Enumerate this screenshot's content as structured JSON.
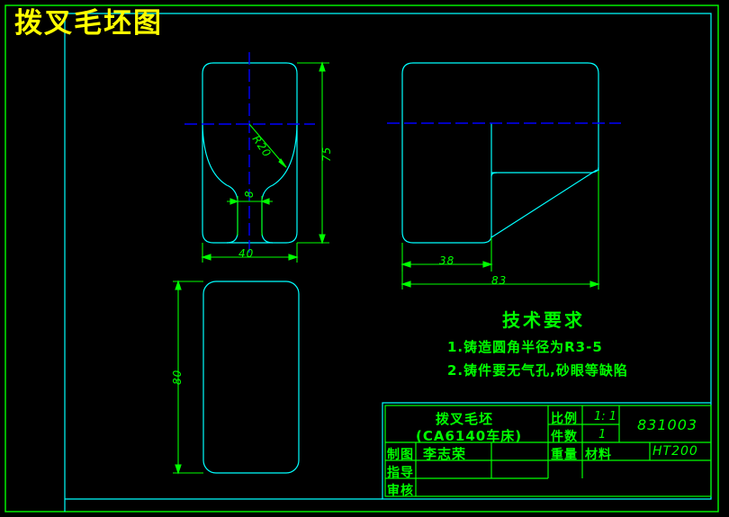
{
  "drawing": {
    "title": "拨叉毛坯图",
    "title_color": "#ffff00",
    "line_color": "#00ffff",
    "dim_color": "#00ff00",
    "center_color": "#0000ff",
    "background": "#000000"
  },
  "technical_notes": {
    "heading": "技术要求",
    "items": [
      "1.铸造圆角半径为R3-5",
      "2.铸件要无气孔,砂眼等缺陷"
    ]
  },
  "dimensions": {
    "front_height": "75",
    "front_width": "40",
    "front_neck": "8",
    "front_radius": "R20",
    "side_step": "38",
    "side_total": "83",
    "bottom_height": "80"
  },
  "title_block": {
    "part_name_line1": "拨叉毛坯",
    "part_name_line2": "(CA6140车床)",
    "scale_label": "比例",
    "scale_value": "1: 1",
    "qty_label": "件数",
    "qty_value": "1",
    "weight_label": "重量",
    "weight_value": "",
    "drawing_number": "831003",
    "material_label": "材料",
    "material_value": "HT200",
    "drawn_label": "制图",
    "drawn_value": "李志荣",
    "guide_label": "指导",
    "guide_value": "",
    "check_label": "审核",
    "check_value": ""
  }
}
